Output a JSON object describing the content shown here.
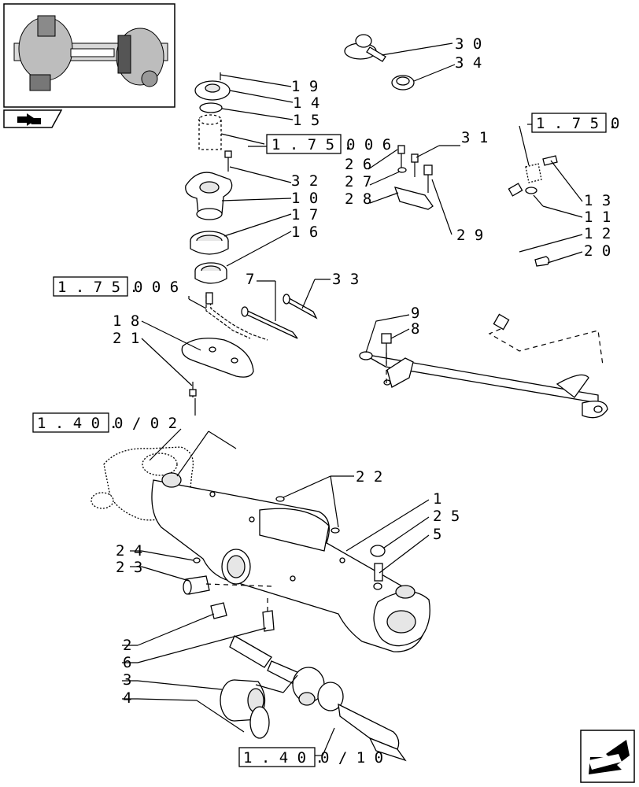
{
  "callouts": {
    "c1": "1",
    "c2": "2",
    "c3": "3",
    "c4": "4",
    "c5": "5",
    "c6": "6",
    "c7": "7",
    "c8": "8",
    "c9": "9",
    "c10": "1 0",
    "c11": "1 1",
    "c12": "1 2",
    "c13": "1 3",
    "c14": "1 4",
    "c15": "1 5",
    "c16": "1 6",
    "c17": "1 7",
    "c18": "1 8",
    "c19": "1 9",
    "c20": "2 0",
    "c21": "2 1",
    "c22": "2 2",
    "c23": "2 3",
    "c24": "2 4",
    "c25": "2 5",
    "c26": "2 6",
    "c27": "2 7",
    "c28": "2 8",
    "c29": "2 9",
    "c30": "3 0",
    "c31": "3 1",
    "c32": "3 2",
    "c33": "3 3",
    "c34": "3 4"
  },
  "refs": {
    "r1_boxed": "1 . 7 5 .",
    "r1_tail": "0   0 6",
    "r2_boxed": "1 . 7 5 .",
    "r2_tail": "0   0 6",
    "r3_boxed": "1 . 7 5 .",
    "r3_tail": "0",
    "r4_boxed": "1 . 4 0 .",
    "r4_tail": "0 / 0 2",
    "r5_boxed": "1 . 4 0 .",
    "r5_tail": "0 / 1 0"
  },
  "colors": {
    "line": "#000000",
    "part_fill": "#ffffff",
    "shade": "#e6e6e6"
  },
  "icons": {
    "thumbnail": "axle-overview-thumbnail",
    "nav_small": "nav-arrow-icon",
    "nav_large": "page-arrow-icon"
  }
}
